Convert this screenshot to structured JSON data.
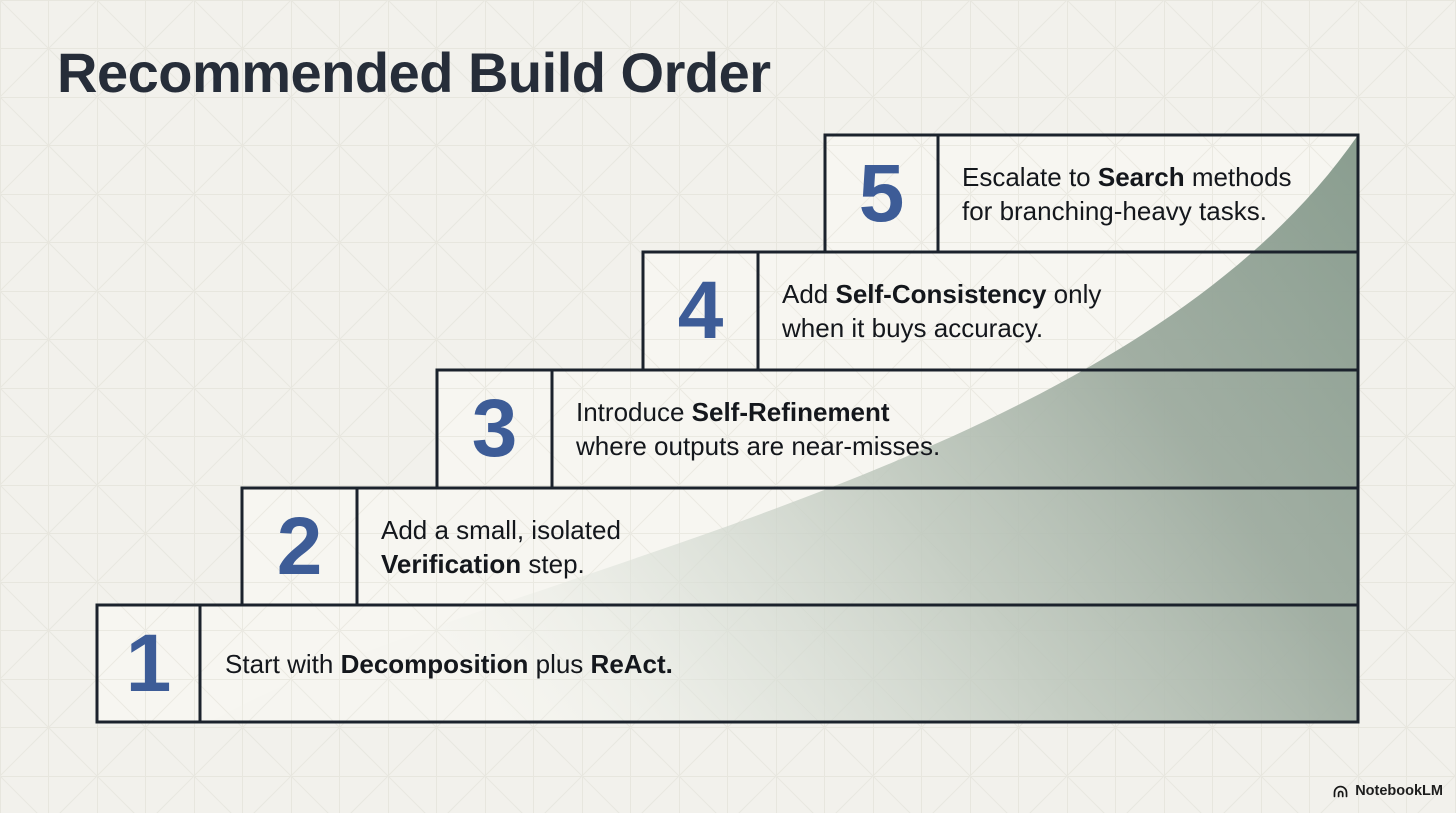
{
  "title": "Recommended Build Order",
  "steps": [
    {
      "number": "1",
      "lines": [
        [
          {
            "t": "Start with "
          },
          {
            "t": "Decomposition",
            "b": true
          },
          {
            "t": " plus "
          },
          {
            "t": "ReAct.",
            "b": true
          }
        ]
      ]
    },
    {
      "number": "2",
      "lines": [
        [
          {
            "t": "Add a small, isolated"
          }
        ],
        [
          {
            "t": "Verification",
            "b": true
          },
          {
            "t": " step."
          }
        ]
      ]
    },
    {
      "number": "3",
      "lines": [
        [
          {
            "t": "Introduce "
          },
          {
            "t": "Self-Refinement",
            "b": true
          }
        ],
        [
          {
            "t": "where outputs are near-misses."
          }
        ]
      ]
    },
    {
      "number": "4",
      "lines": [
        [
          {
            "t": "Add "
          },
          {
            "t": "Self-Consistency",
            "b": true
          },
          {
            "t": " only"
          }
        ],
        [
          {
            "t": "when it buys accuracy."
          }
        ]
      ]
    },
    {
      "number": "5",
      "lines": [
        [
          {
            "t": "Escalate to "
          },
          {
            "t": "Search",
            "b": true
          },
          {
            "t": " methods"
          }
        ],
        [
          {
            "t": "for branching-heavy tasks."
          }
        ]
      ]
    }
  ],
  "brand": {
    "name": "NotebookLM",
    "icon": "notebooklm-logo-icon"
  },
  "colors": {
    "background": "#f2f1ec",
    "box_fill": "#f7f6f1",
    "border": "#1b222c",
    "number_blue": "#3d5c97",
    "body_text": "#14171c",
    "title_text": "#262d39",
    "triangle_dark_green": "#879b8d",
    "triangle_light_green": "#eff0ea",
    "grid_line": "#dcdbd0"
  }
}
